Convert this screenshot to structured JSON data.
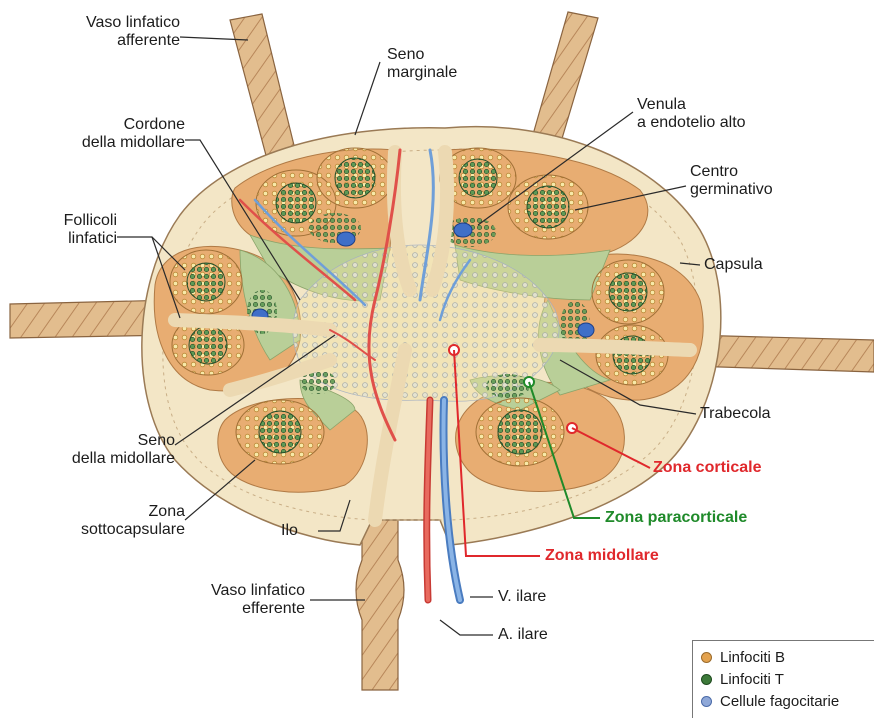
{
  "labels": {
    "vaso_afferente": "Vaso linfatico\nafferente",
    "seno_marginale": "Seno\nmarginale",
    "cordone": "Cordone\ndella midollare",
    "venula": "Venula\na endotelio alto",
    "centro": "Centro\ngerminativo",
    "follicoli": "Follicoli\nlinfatici",
    "capsula": "Capsula",
    "trabecola": "Trabecola",
    "seno_midollare": "Seno\ndella midollare",
    "zona_sotto": "Zona\nsottocapsulare",
    "ilo": "Ilo",
    "vaso_efferente": "Vaso linfatico\nefferente",
    "v_ilare": "V. ilare",
    "a_ilare": "A. ilare"
  },
  "zones": {
    "corticale": "Zona corticale",
    "paracorticale": "Zona paracorticale",
    "midollare": "Zona midollare"
  },
  "legend": [
    {
      "label": "Linfociti B",
      "color": "#e3a24e"
    },
    {
      "label": "Linfociti T",
      "color": "#3d7a3a"
    },
    {
      "label": "Cellule fagocitarie",
      "color": "#8fa8d8"
    }
  ],
  "colors": {
    "capsule": "#f3e6c6",
    "cortex": "#e8ad72",
    "follicle": "#f0d88a",
    "germinal": "#2f6b3a",
    "paracortex": "#b9cf98",
    "vein": "#6f9fd8",
    "artery": "#e0504a",
    "red_zone": "#e0282c",
    "green_zone": "#1f8a2a"
  }
}
